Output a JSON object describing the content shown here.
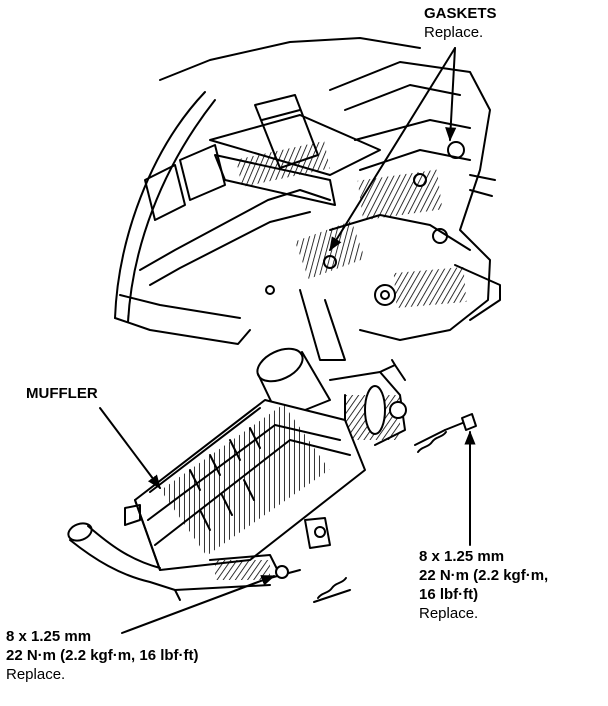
{
  "labels": {
    "gaskets": {
      "title": "GASKETS",
      "note": "Replace."
    },
    "muffler": {
      "title": "MUFFLER"
    },
    "bolt_right": {
      "size": "8 x 1.25 mm",
      "torque_a": "22 N·m (2.2 kgf·m,",
      "torque_b": "16 lbf·ft)",
      "note": "Replace."
    },
    "bolt_left": {
      "size": "8 x 1.25 mm",
      "torque": "22 N·m (2.2 kgf·m, 16 lbf·ft)",
      "note": "Replace."
    }
  },
  "colors": {
    "ink": "#000000",
    "paper": "#ffffff"
  }
}
